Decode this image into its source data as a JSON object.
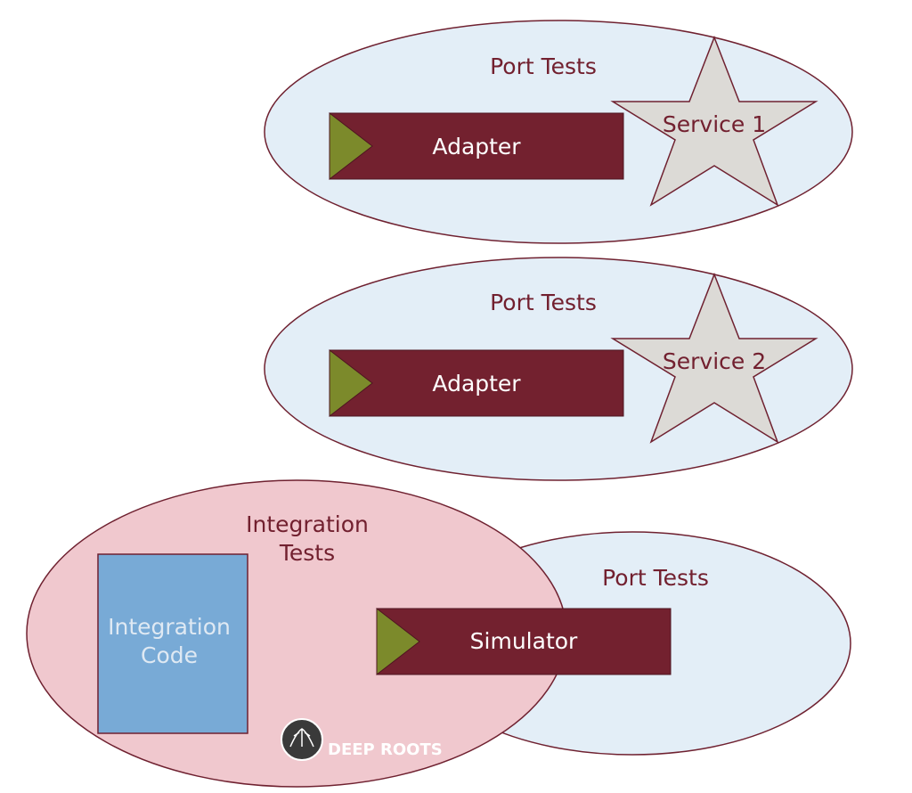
{
  "groups": [
    {
      "title": "Port Tests",
      "adapter_label": "Adapter",
      "service_label": "Service 1"
    },
    {
      "title": "Port Tests",
      "adapter_label": "Adapter",
      "service_label": "Service 2"
    }
  ],
  "integration": {
    "title_line1": "Integration",
    "title_line2": "Tests",
    "code_line1": "Integration",
    "code_line2": "Code"
  },
  "simulator_group": {
    "title": "Port Tests",
    "simulator_label": "Simulator"
  },
  "logo": {
    "text": "DEEP ROOTS"
  },
  "colors": {
    "ellipse_fill_blue": "#e3eef7",
    "ellipse_fill_pink": "#f0c8ce",
    "outline": "#6f2130",
    "adapter_fill": "#73212f",
    "arrow_fill": "#7c8a2b",
    "star_fill": "#dcdad6",
    "code_box_fill": "#78aad6",
    "text_dark": "#72202f",
    "text_light": "#ffffff",
    "text_code": "#dfe9f3"
  }
}
